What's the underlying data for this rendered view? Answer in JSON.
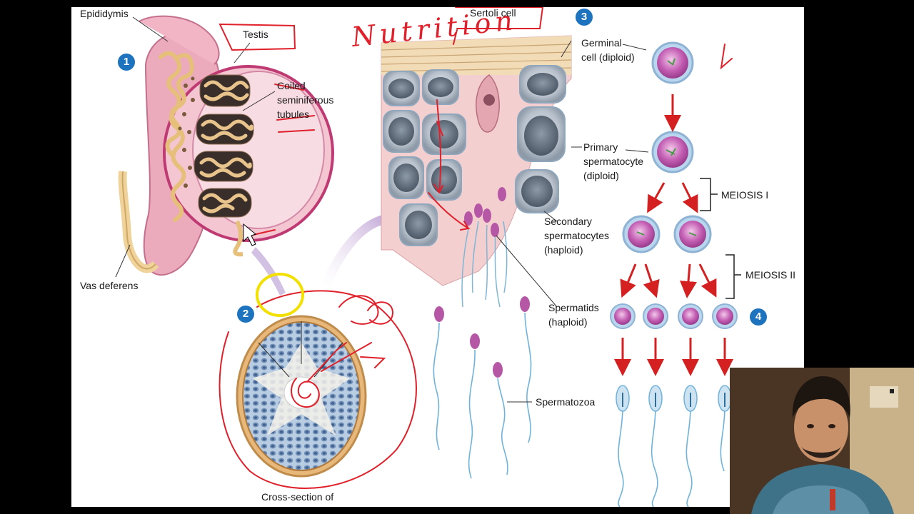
{
  "labels": {
    "epididymis": "Epididymis",
    "testis": "Testis",
    "coiled": "Coiled",
    "seminiferous": "seminiferous",
    "tubules": "tubules",
    "vas_deferens": "Vas deferens",
    "cross_section": "Cross-section of",
    "sertoli": "Sertoli cell",
    "germinal_1": "Germinal",
    "germinal_2": "cell (diploid)",
    "primary_1": "Primary",
    "primary_2": "spermatocyte",
    "primary_3": "(diploid)",
    "meiosis_1": "MEIOSIS I",
    "secondary_1": "Secondary",
    "secondary_2": "spermatocytes",
    "secondary_3": "(haploid)",
    "meiosis_2": "MEIOSIS II",
    "spermatids_1": "Spermatids",
    "spermatids_2": "(haploid)",
    "spermatozoa": "Spermatozoa"
  },
  "steps": [
    "1",
    "2",
    "3",
    "4"
  ],
  "annotation": {
    "handwritten": "Nutrition"
  },
  "colors": {
    "accent_blue": "#1e73be",
    "annotation_red": "#e0202a",
    "highlight_yellow": "#f2e000",
    "flow_arrow_red": "#d42020"
  }
}
